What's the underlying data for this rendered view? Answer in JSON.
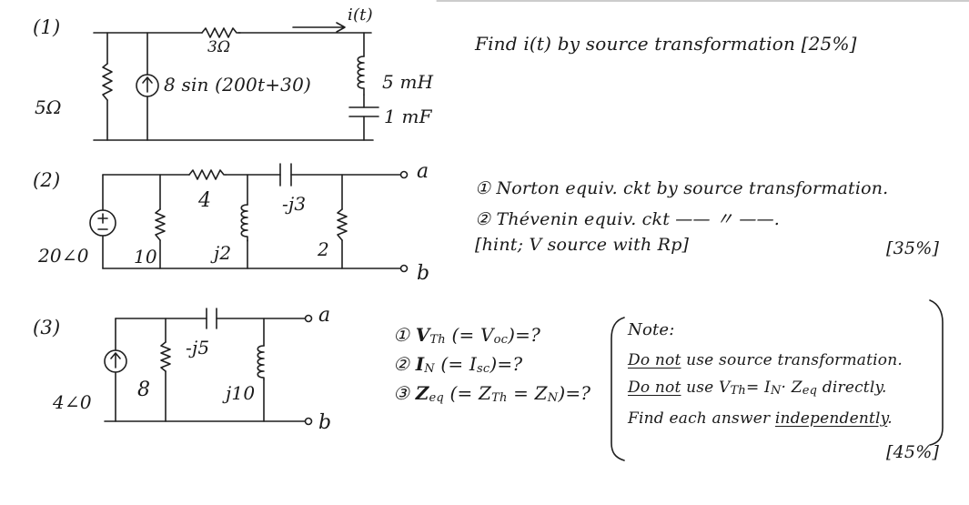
{
  "problem1": {
    "number": "(1)",
    "r_left": "5Ω",
    "r_top": "3Ω",
    "source": "8 sin (200t+30)",
    "current_label": "i(t)",
    "inductor": "5 mH",
    "capacitor": "1 mF",
    "task": "Find i(t) by source transformation",
    "weight": "[25%]"
  },
  "problem2": {
    "number": "(2)",
    "source": "20∠0",
    "r_10": "10",
    "r_4": "4",
    "l_j2": "j2",
    "c_j3": "-j3",
    "r_2": "2",
    "terminal_a": "a",
    "terminal_b": "b",
    "task1": "① Norton equiv. ckt by source transformation.",
    "task2": "② Thévenin equiv. ckt —— 〃 ——.",
    "hint": "[hint; V source with Rp]",
    "weight": "[35%]"
  },
  "problem3": {
    "number": "(3)",
    "source": "4∠0",
    "r_8": "8",
    "c_j5": "-j5",
    "l_j10": "j10",
    "terminal_a": "a",
    "terminal_b": "b",
    "q1_mark": "①",
    "q1_main": "V",
    "q1_sub": "Th",
    "q1_rest": "(= V",
    "q1_sub2": "oc",
    "q1_end": ")=?",
    "q2_mark": "②",
    "q2_main": "I",
    "q2_sub": "N",
    "q2_rest": "(= I",
    "q2_sub2": "sc",
    "q2_end": ")=?",
    "q3_mark": "③",
    "q3_main": "Z",
    "q3_sub": "eq",
    "q3_rest": "(= Z",
    "q3_sub2": "Th",
    "q3_mid": "= Z",
    "q3_sub3": "N",
    "q3_end": ")=?",
    "note_title": "Note:",
    "note1_u": "Do not",
    "note1_rest": "use source transformation.",
    "note2_u": "Do not",
    "note2_rest": "use V",
    "note2_sub": "Th",
    "note2_mid": "= I",
    "note2_sub2": "N",
    "note2_mid2": "· Z",
    "note2_sub3": "eq",
    "note2_end": "directly.",
    "note3_a": "Find each answer",
    "note3_u": "independently",
    "note3_end": ".",
    "weight": "[45%]"
  }
}
